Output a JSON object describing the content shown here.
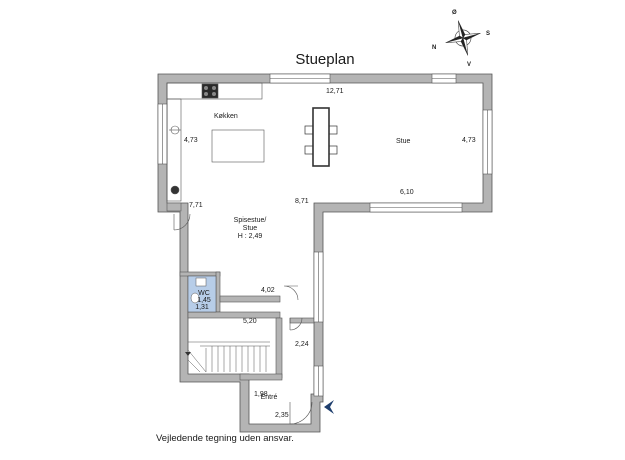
{
  "title": "Stueplan",
  "compass": {
    "north": "N",
    "south": "S",
    "east": "Ø",
    "west": "V"
  },
  "rooms": {
    "kitchen": "Køkken",
    "living": "Stue",
    "dining_line1": "Spisestue/",
    "dining_line2": "Stue",
    "dining_line3": "H : 2,49",
    "wc": "WC",
    "entry": "Entré"
  },
  "dimensions": {
    "top_width": "12,71",
    "kitchen_height": "4,73",
    "living_height": "4,73",
    "living_width": "6,10",
    "dining_height": "7,71",
    "dining_width": "8,71",
    "hall_width": "4,02",
    "wc_width": "1,45",
    "wc_depth": "1,31",
    "stair_width": "5,20",
    "hall_depth": "2,24",
    "entry_depth": "1,98",
    "entry_width": "2,35"
  },
  "footer": "Vejledende tegning uden ansvar.",
  "colors": {
    "wall": "#b4b4b4",
    "wall_edge": "#555555",
    "wc_fill": "#b7cde8",
    "entry_arrow": "#1f3f6e"
  }
}
